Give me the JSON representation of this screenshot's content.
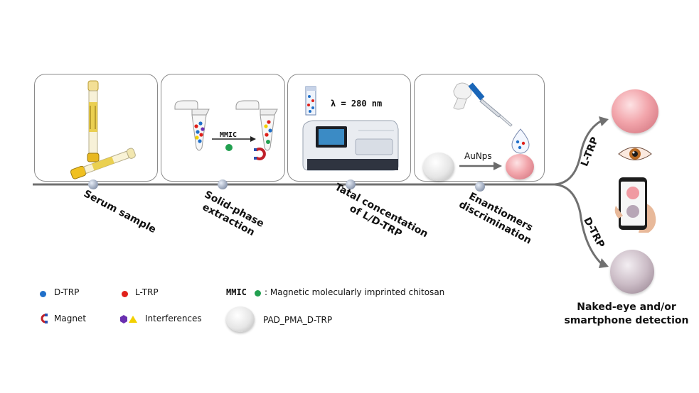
{
  "steps": [
    {
      "label_lines": [
        "Serum sample"
      ]
    },
    {
      "label_lines": [
        "Solid-phase",
        "extraction"
      ]
    },
    {
      "label_lines": [
        "Tatal concentation",
        "of L/D-TRP"
      ]
    },
    {
      "label_lines": [
        "Enantiomers",
        "discrimination"
      ]
    }
  ],
  "panel_texts": {
    "mmic": "MMIC",
    "wavelength": "λ = 280 nm",
    "aunps": "AuNps"
  },
  "branches": {
    "upper": "L-TRP",
    "lower": "D-TRP"
  },
  "final_label_lines": [
    "Naked-eye and/or",
    "smartphone detection"
  ],
  "legend": {
    "d_trp": "D-TRP",
    "l_trp": "L-TRP",
    "magnet": "Magnet",
    "interferences": "Interferences",
    "mmic_key": "MMIC",
    "mmic_desc": ": Magnetic molecularly imprinted chitosan",
    "pad": "PAD_PMA_D-TRP"
  },
  "colors": {
    "d_trp": "#1f6fc9",
    "l_trp": "#e0201a",
    "mmic_particle": "#22a050",
    "interference_purple": "#6a2fb0",
    "interference_yellow": "#f2d000",
    "timeline": "#707070"
  },
  "icons": [
    "blood-tube-icon",
    "microtube-icon",
    "magnet-icon",
    "cuvette-icon",
    "spectrophotometer-icon",
    "pipette-icon",
    "eye-icon",
    "smartphone-icon"
  ]
}
